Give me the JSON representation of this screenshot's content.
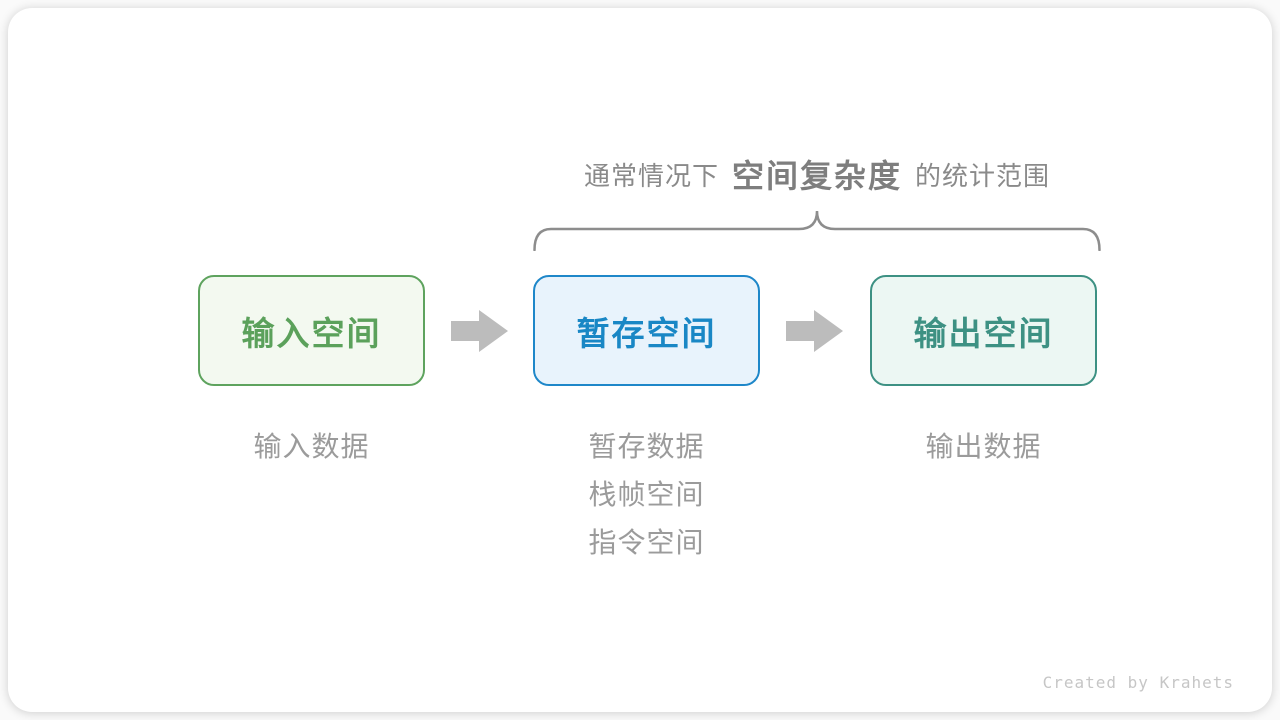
{
  "caption": {
    "prefix": "通常情况下",
    "highlight": "空间复杂度",
    "suffix": "的统计范围"
  },
  "boxes": [
    {
      "id": "input-space",
      "label": "输入空间",
      "text_color": "#5BA15B",
      "border_color": "#5EA35E",
      "fill_color": "#F3F9F0"
    },
    {
      "id": "temp-space",
      "label": "暂存空间",
      "text_color": "#1987C5",
      "border_color": "#1E87C9",
      "fill_color": "#E8F3FC"
    },
    {
      "id": "output-space",
      "label": "输出空间",
      "text_color": "#3D9183",
      "border_color": "#3D9183",
      "fill_color": "#ECF7F3"
    }
  ],
  "annotations": {
    "input": [
      "输入数据"
    ],
    "temp": [
      "暂存数据",
      "栈帧空间",
      "指令空间"
    ],
    "output": [
      "输出数据"
    ]
  },
  "icons": {
    "brace": "top-curly-brace",
    "arrows": [
      "right-block-arrow",
      "right-block-arrow"
    ]
  },
  "colors": {
    "caption_text": "#8A8A8A",
    "caption_highlight_text": "#7E7E7E",
    "annotation_text": "#9B9B9B",
    "arrow": "#BCBCBC",
    "brace": "#8D8D8D",
    "card_background": "#FFFFFF"
  },
  "credit": "Created by Krahets"
}
